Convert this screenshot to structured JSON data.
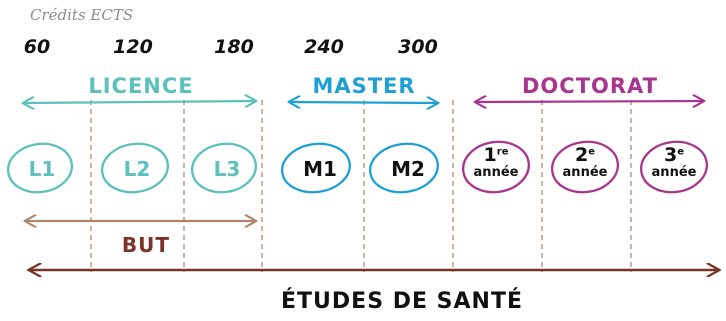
{
  "ects_title": "Crédits ECTS",
  "credits": [
    "60",
    "120",
    "180",
    "240",
    "300"
  ],
  "cycles": {
    "licence": "LICENCE",
    "master": "MASTER",
    "doctorat": "DOCTORAT"
  },
  "years": [
    "L1",
    "L2",
    "L3",
    "M1",
    "M2"
  ],
  "doctorat_years": [
    {
      "num": "1",
      "sup": "re",
      "label": "année"
    },
    {
      "num": "2",
      "sup": "e",
      "label": "année"
    },
    {
      "num": "3",
      "sup": "e",
      "label": "année"
    }
  ],
  "but_label": "BUT",
  "sante_label": "ÉTUDES DE SANTÉ",
  "colors": {
    "licence": "#5cc0bd",
    "master": "#1ea0d6",
    "doctorat": "#a8358f",
    "but": "#a8876e",
    "sante": "#7a3326",
    "divider": "#b8957a"
  }
}
